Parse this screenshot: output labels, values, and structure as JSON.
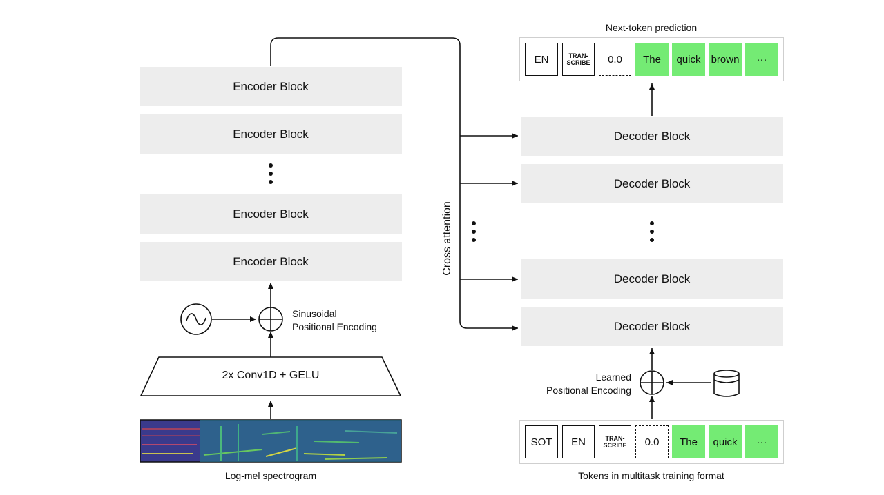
{
  "encoder": {
    "blocks": [
      "Encoder Block",
      "Encoder Block",
      "Encoder Block",
      "Encoder Block"
    ],
    "positional_encoding_label": "Sinusoidal\nPositional Encoding",
    "conv_label": "2x Conv1D + GELU",
    "spectrogram_caption": "Log-mel spectrogram"
  },
  "cross_attention_label": "Cross attention",
  "decoder": {
    "blocks": [
      "Decoder Block",
      "Decoder Block",
      "Decoder Block",
      "Decoder Block"
    ],
    "positional_encoding_label": "Learned\nPositional Encoding",
    "output_title": "Next-token prediction",
    "output_tokens": [
      {
        "text": "EN",
        "style": "box"
      },
      {
        "text": "TRAN-\nSCRIBE",
        "style": "box-small"
      },
      {
        "text": "0.0",
        "style": "dash"
      },
      {
        "text": "The",
        "style": "green"
      },
      {
        "text": "quick",
        "style": "green"
      },
      {
        "text": "brown",
        "style": "green"
      },
      {
        "text": "···",
        "style": "green"
      }
    ],
    "input_caption": "Tokens in multitask training format",
    "input_tokens": [
      {
        "text": "SOT",
        "style": "box"
      },
      {
        "text": "EN",
        "style": "box"
      },
      {
        "text": "TRAN-\nSCRIBE",
        "style": "box-small"
      },
      {
        "text": "0.0",
        "style": "dash"
      },
      {
        "text": "The",
        "style": "green"
      },
      {
        "text": "quick",
        "style": "green"
      },
      {
        "text": "···",
        "style": "green"
      }
    ]
  },
  "colors": {
    "block_fill": "#ededed",
    "token_green": "#74eb74",
    "line": "#111111"
  }
}
